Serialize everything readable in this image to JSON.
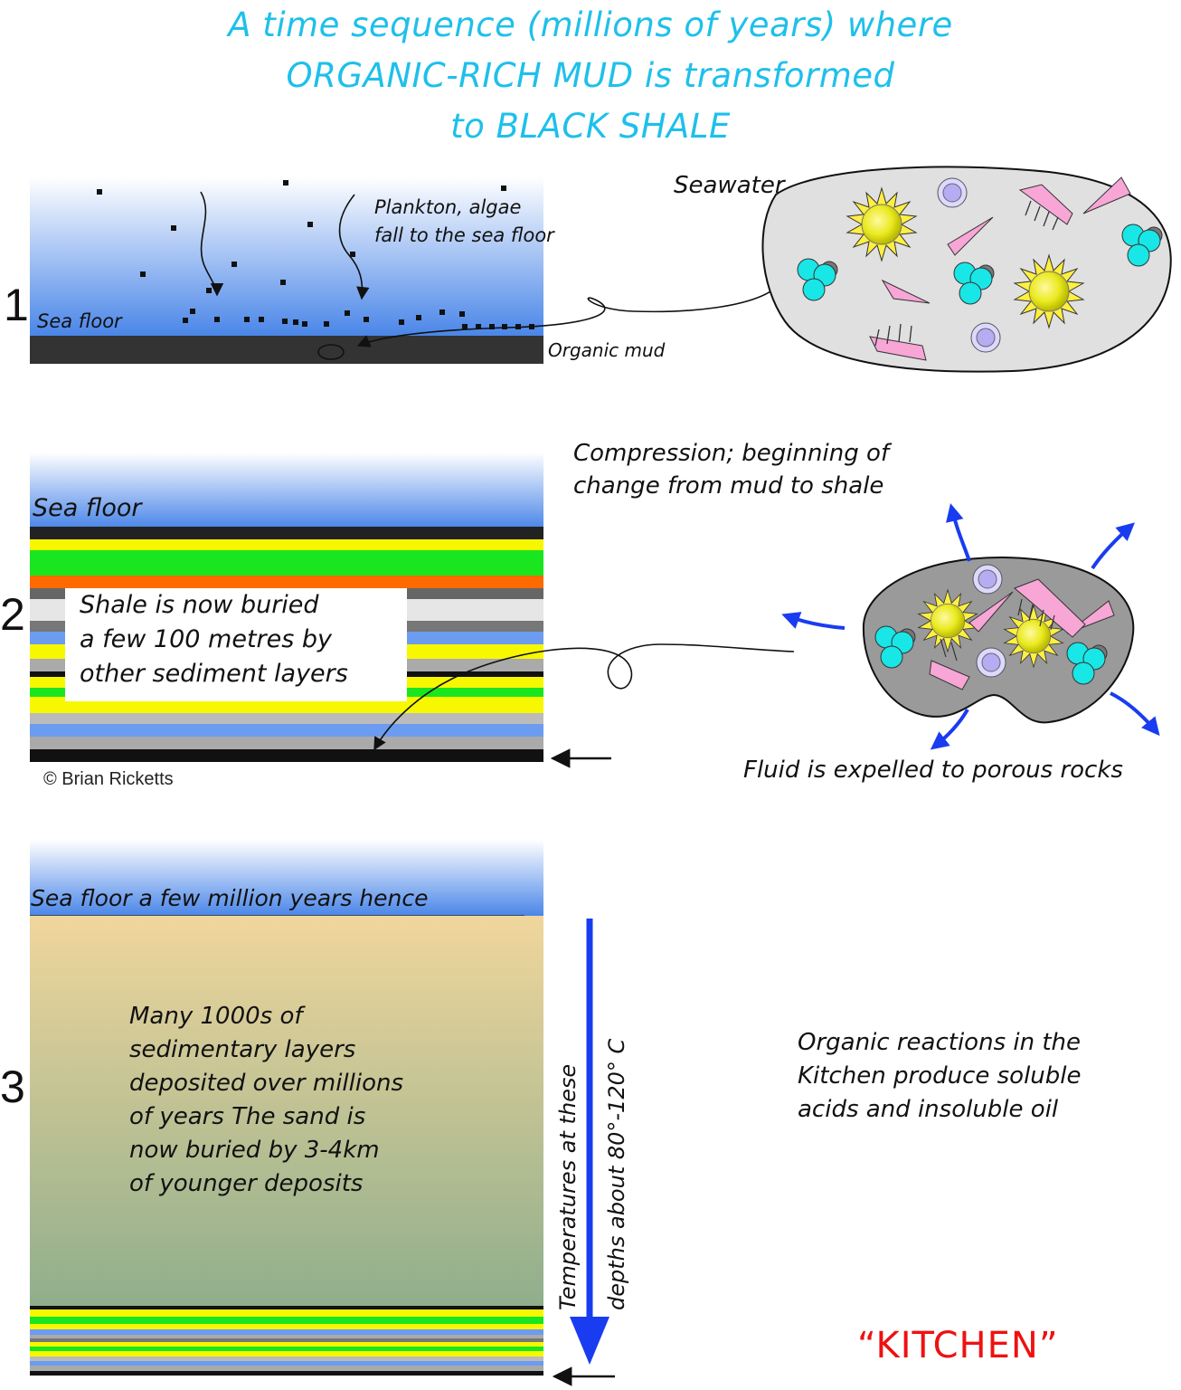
{
  "title": {
    "line1": "A time sequence (millions of years) where",
    "line2": "ORGANIC-RICH MUD is transformed",
    "line3": "to BLACK SHALE"
  },
  "panel1": {
    "number": "1",
    "sea_floor": "Sea floor",
    "plankton_line1": "Plankton, algae",
    "plankton_line2": "fall to the sea floor",
    "organic_mud": "Organic mud",
    "seawater": "Seawater"
  },
  "panel2": {
    "number": "2",
    "sea_floor": "Sea floor",
    "box_line1": "Shale is now buried",
    "box_line2": "a few 100 metres by",
    "box_line3": "other sediment layers",
    "compression_line1": "Compression; beginning of",
    "compression_line2": "change from mud to shale",
    "fluid": "Fluid is expelled to porous rocks",
    "copyright": "© Brian Ricketts"
  },
  "panel3": {
    "number": "3",
    "sea_floor": "Sea floor a few million years hence",
    "body_line1": "Many 1000s of",
    "body_line2": "sedimentary layers",
    "body_line3": "deposited over millions",
    "body_line4": "of years The sand is",
    "body_line5": "now buried by 3-4km",
    "body_line6": "of younger deposits",
    "temp_line1": "Temperatures at these",
    "temp_line2": "depths about 80°-120° C",
    "reactions_line1": "Organic reactions in the",
    "reactions_line2": "Kitchen produce soluble",
    "reactions_line3": "acids and insoluble oil",
    "kitchen": "“KITCHEN”"
  },
  "colors": {
    "title": "#1ec0ea",
    "sea_top": "#ffffff",
    "sea_bottom": "#4a86e8",
    "mud": "#333333",
    "blob": "#e0e0e0",
    "blob_compressed": "#9a9a9a",
    "arrow_blue": "#1a3cf0",
    "kitchen": "#ee1111"
  }
}
